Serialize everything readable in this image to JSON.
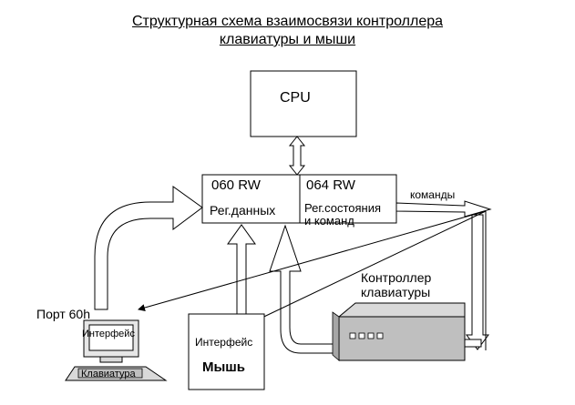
{
  "title": {
    "line1": "Структурная схема взаимосвязи контроллера",
    "line2": "клавиатуры и мыши"
  },
  "cpu": {
    "label": "CPU"
  },
  "data_register": {
    "port": "060 RW",
    "name": "Рег.данных"
  },
  "status_register": {
    "port": "064 RW",
    "name_line1": "Рег.состояния",
    "name_line2": "и команд"
  },
  "commands_label": "команды",
  "keyboard_controller": {
    "label_line1": "Контроллер",
    "label_line2": "клавиатуры"
  },
  "port_label": "Порт 60h",
  "keyboard_pc": {
    "interface_label": "Интерфейс",
    "keyboard_label": "Клавиатура"
  },
  "mouse": {
    "interface_label": "Интерфейс",
    "name": "Мышь"
  }
}
